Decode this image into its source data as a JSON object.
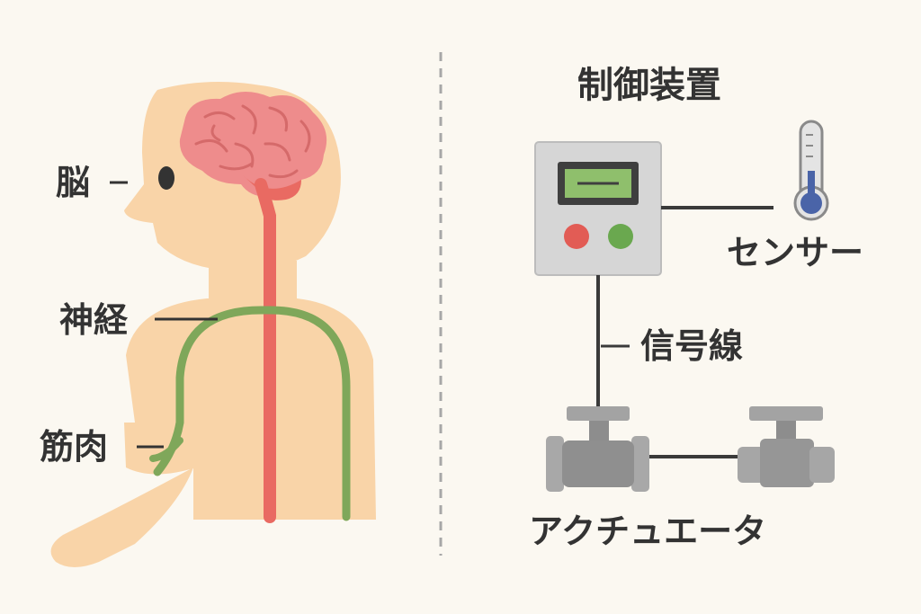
{
  "left": {
    "labels": {
      "brain": "脳",
      "nerve": "神経",
      "muscle": "筋肉"
    }
  },
  "right": {
    "title": "制御装置",
    "labels": {
      "sensor": "センサー",
      "signal_line": "信号線",
      "actuator": "アクチュエータ"
    }
  },
  "colors": {
    "background": "#fbf8f1",
    "skin": "#f9d4a8",
    "brain": "#ee8c8c",
    "spinal_cord": "#e96a62",
    "nerve": "#7fa75a",
    "panel": "#d6d6d6",
    "screen": "#8fbf6c",
    "button_red": "#e25c55",
    "button_green": "#6aa84f",
    "valve": "#9a9a9a",
    "thermometer_fluid": "#4a64a8",
    "wire": "#3a3a3a",
    "divider": "#a7a7a7"
  },
  "icons": [
    "human-body-icon",
    "brain-icon",
    "control-panel-icon",
    "thermometer-icon",
    "valve-icon",
    "valve-icon"
  ]
}
